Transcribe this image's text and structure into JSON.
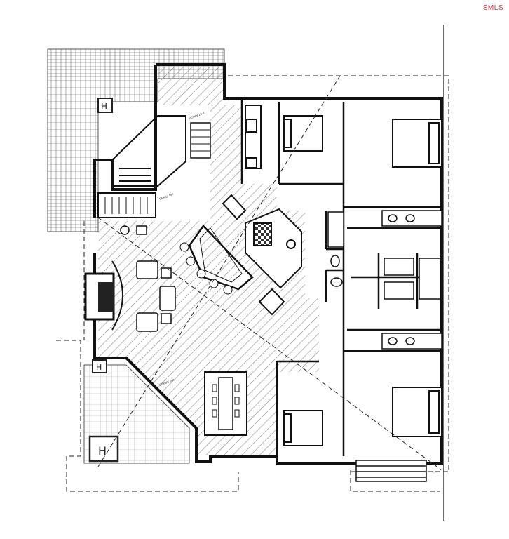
{
  "watermark": "SMLS",
  "room_labels": {
    "upper_stair": "DOWN 12 R",
    "great_room": "FAMILY RM",
    "dining": "DINING RM"
  }
}
